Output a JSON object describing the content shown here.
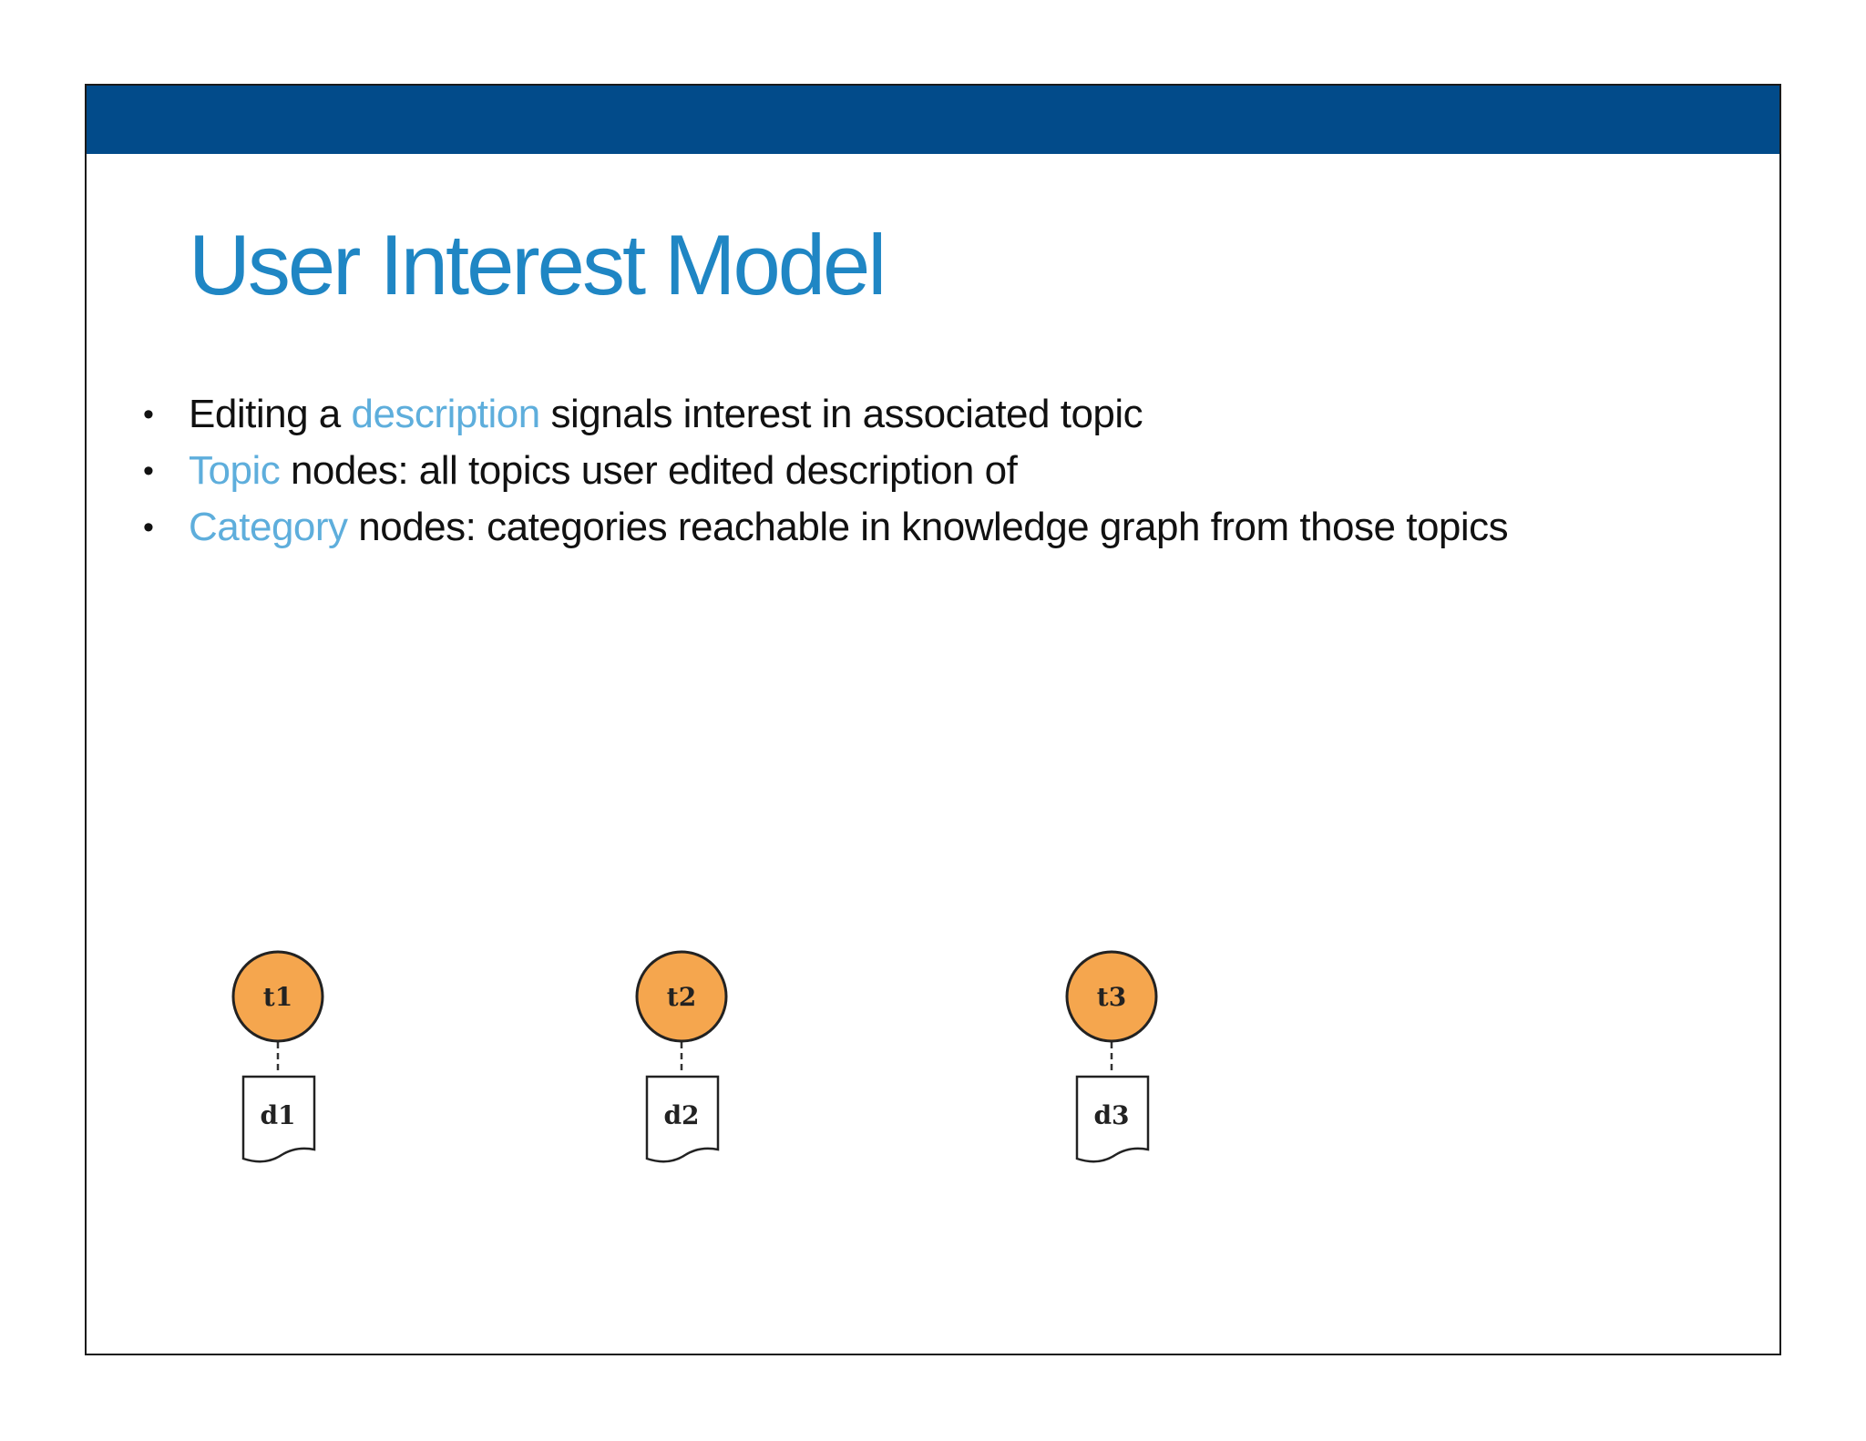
{
  "slide": {
    "title": "User Interest Model",
    "colors": {
      "header_bar": "#024b8a",
      "title": "#1f86c4",
      "highlight": "#5eaedc",
      "body_text": "#111111",
      "topic_node_fill": "#f5a64e"
    },
    "bullets": [
      {
        "pre": "",
        "highlight": "",
        "lead": "Editing a ",
        "term": "description",
        "rest": " signals interest in associated topic"
      },
      {
        "lead": "",
        "term": "Topic",
        "rest": " nodes: all topics user edited description of"
      },
      {
        "lead": "",
        "term": "Category",
        "rest": " nodes: categories reachable in knowledge graph from those topics"
      }
    ]
  },
  "diagram": {
    "topics": [
      {
        "label": "t1",
        "description": "d1"
      },
      {
        "label": "t2",
        "description": "d2"
      },
      {
        "label": "t3",
        "description": "d3"
      }
    ]
  }
}
